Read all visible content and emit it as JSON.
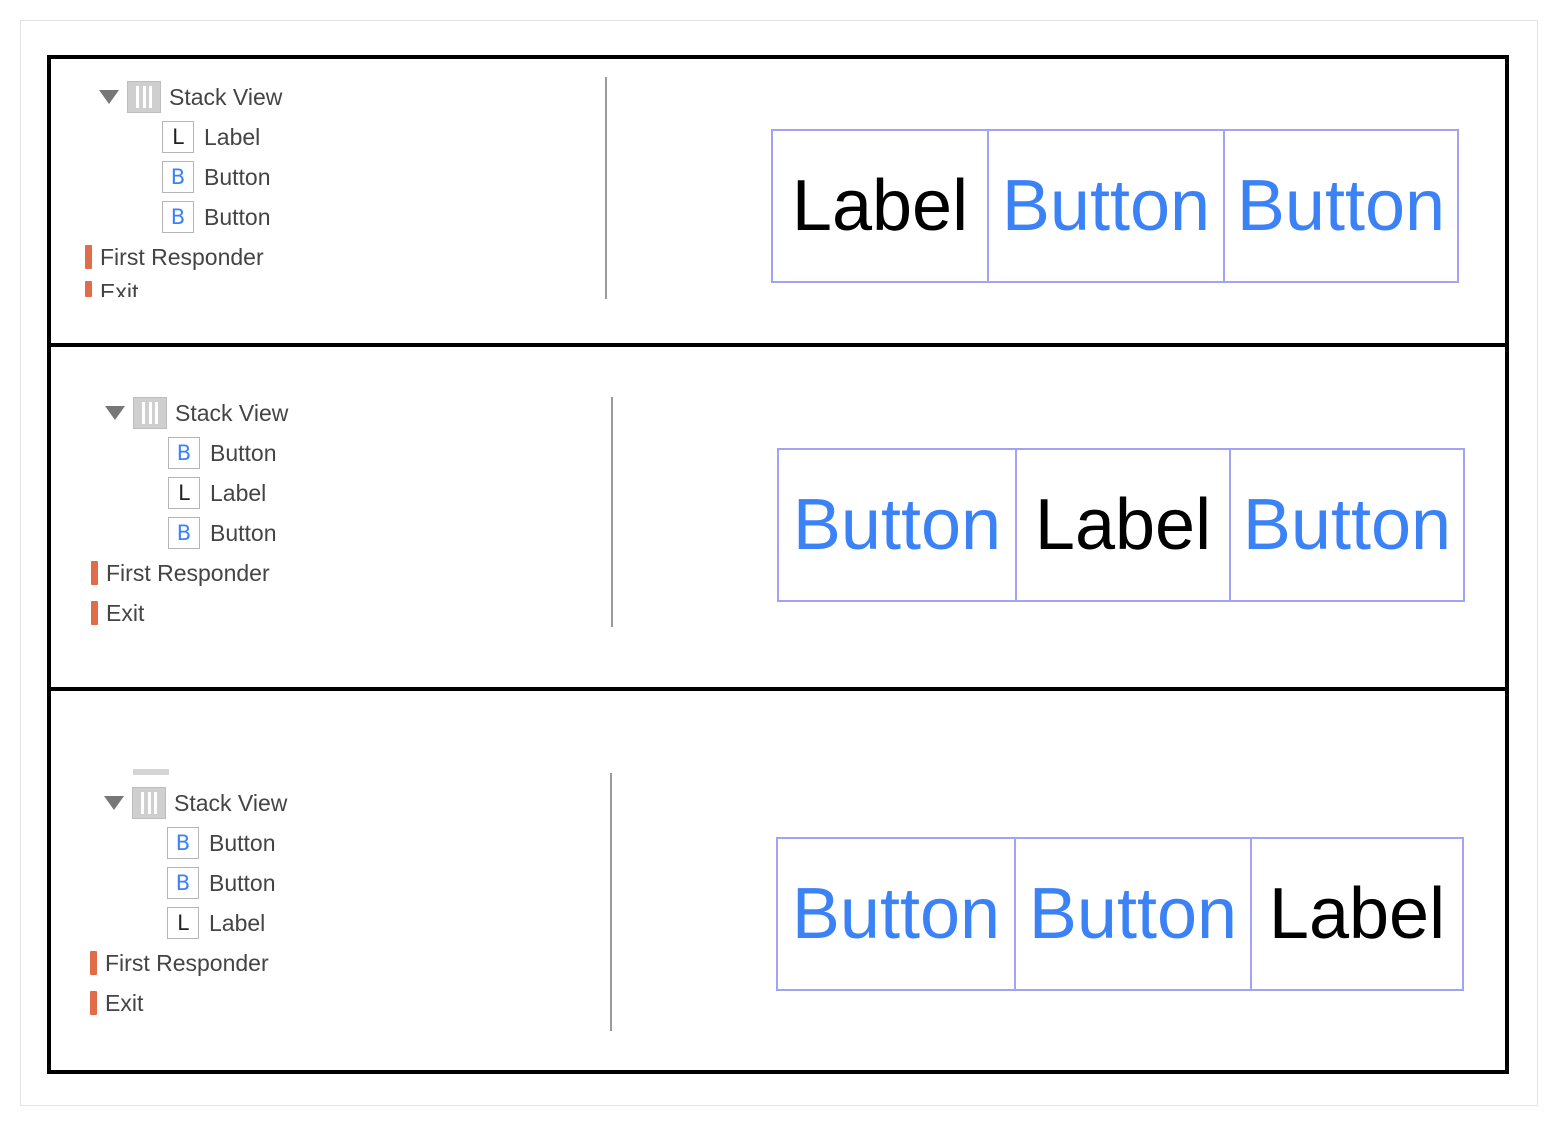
{
  "panels": [
    {
      "outline": {
        "stack_view": "Stack View",
        "children": [
          {
            "icon": "L",
            "kind": "label",
            "text": "Label"
          },
          {
            "icon": "B",
            "kind": "button",
            "text": "Button"
          },
          {
            "icon": "B",
            "kind": "button",
            "text": "Button"
          }
        ],
        "first_responder": "First Responder",
        "exit": "Exit"
      },
      "preview": [
        {
          "kind": "label",
          "text": "Label"
        },
        {
          "kind": "button",
          "text": "Button"
        },
        {
          "kind": "button",
          "text": "Button"
        }
      ]
    },
    {
      "outline": {
        "stack_view": "Stack View",
        "children": [
          {
            "icon": "B",
            "kind": "button",
            "text": "Button"
          },
          {
            "icon": "L",
            "kind": "label",
            "text": "Label"
          },
          {
            "icon": "B",
            "kind": "button",
            "text": "Button"
          }
        ],
        "first_responder": "First Responder",
        "exit": "Exit"
      },
      "preview": [
        {
          "kind": "button",
          "text": "Button"
        },
        {
          "kind": "label",
          "text": "Label"
        },
        {
          "kind": "button",
          "text": "Button"
        }
      ]
    },
    {
      "outline": {
        "stack_view": "Stack View",
        "children": [
          {
            "icon": "B",
            "kind": "button",
            "text": "Button"
          },
          {
            "icon": "B",
            "kind": "button",
            "text": "Button"
          },
          {
            "icon": "L",
            "kind": "label",
            "text": "Label"
          }
        ],
        "first_responder": "First Responder",
        "exit": "Exit"
      },
      "preview": [
        {
          "kind": "button",
          "text": "Button"
        },
        {
          "kind": "button",
          "text": "Button"
        },
        {
          "kind": "label",
          "text": "Label"
        }
      ]
    }
  ],
  "colors": {
    "button_text": "#3b82f6",
    "label_text": "#000000",
    "stack_border": "#a3a3f5",
    "responder_icon": "#e06c4a"
  }
}
